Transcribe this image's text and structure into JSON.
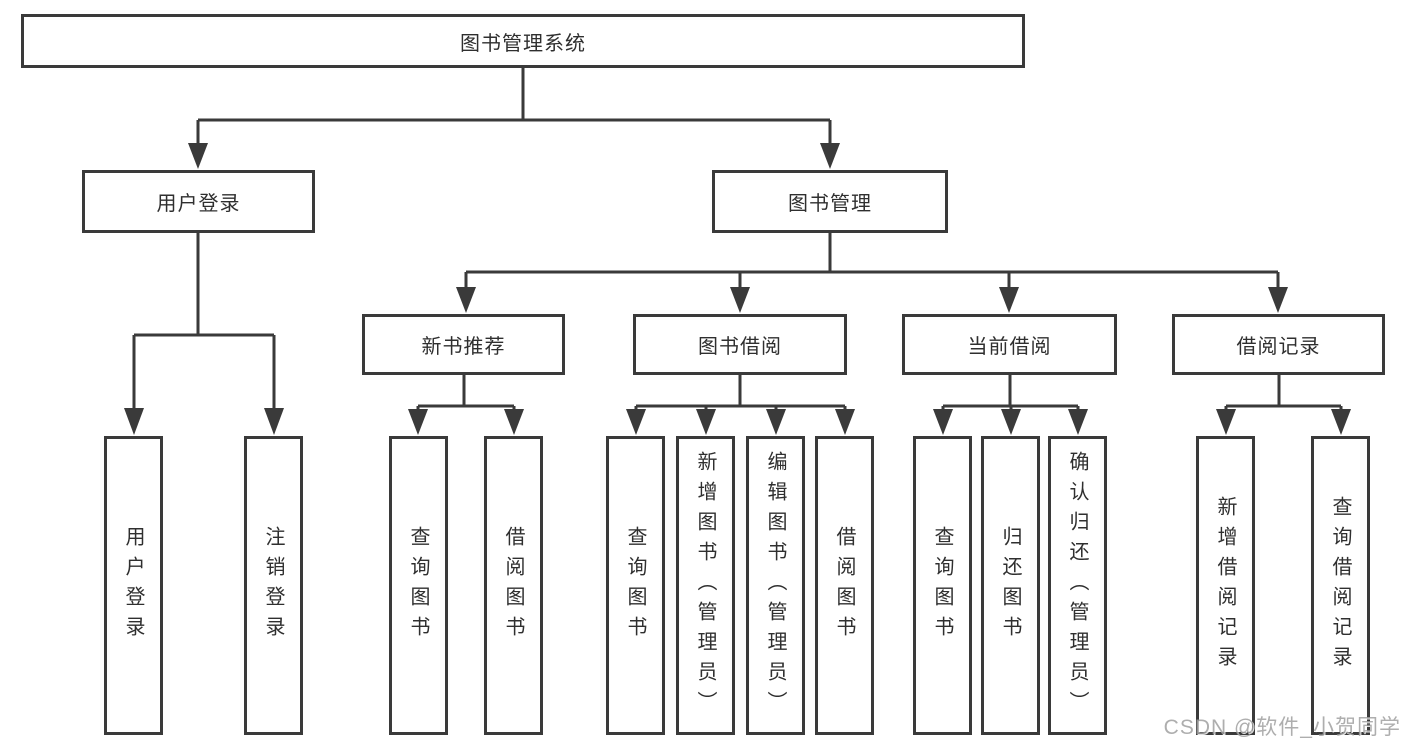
{
  "diagram": {
    "root": {
      "label": "图书管理系统"
    },
    "level2": [
      {
        "label": "用户登录"
      },
      {
        "label": "图书管理"
      }
    ],
    "level3": [
      {
        "label": "新书推荐"
      },
      {
        "label": "图书借阅"
      },
      {
        "label": "当前借阅"
      },
      {
        "label": "借阅记录"
      }
    ],
    "leaves": {
      "user_login": [
        {
          "label": "用户登录"
        },
        {
          "label": "注销登录"
        }
      ],
      "new_books": [
        {
          "label": "查询图书"
        },
        {
          "label": "借阅图书"
        }
      ],
      "book_borrow": [
        {
          "label": "查询图书"
        },
        {
          "label": "新增图书（管理员）"
        },
        {
          "label": "编辑图书（管理员）"
        },
        {
          "label": "借阅图书"
        }
      ],
      "current_borrow": [
        {
          "label": "查询图书"
        },
        {
          "label": "归还图书"
        },
        {
          "label": "确认归还（管理员）"
        }
      ],
      "borrow_records": [
        {
          "label": "新增借阅记录"
        },
        {
          "label": "查询借阅记录"
        }
      ]
    }
  },
  "watermark": "CSDN @软件_小贺同学",
  "colors": {
    "line": "#3a3a3a",
    "text": "#2f2f2f",
    "watermark": "#a0a0a0",
    "background": "#ffffff"
  }
}
